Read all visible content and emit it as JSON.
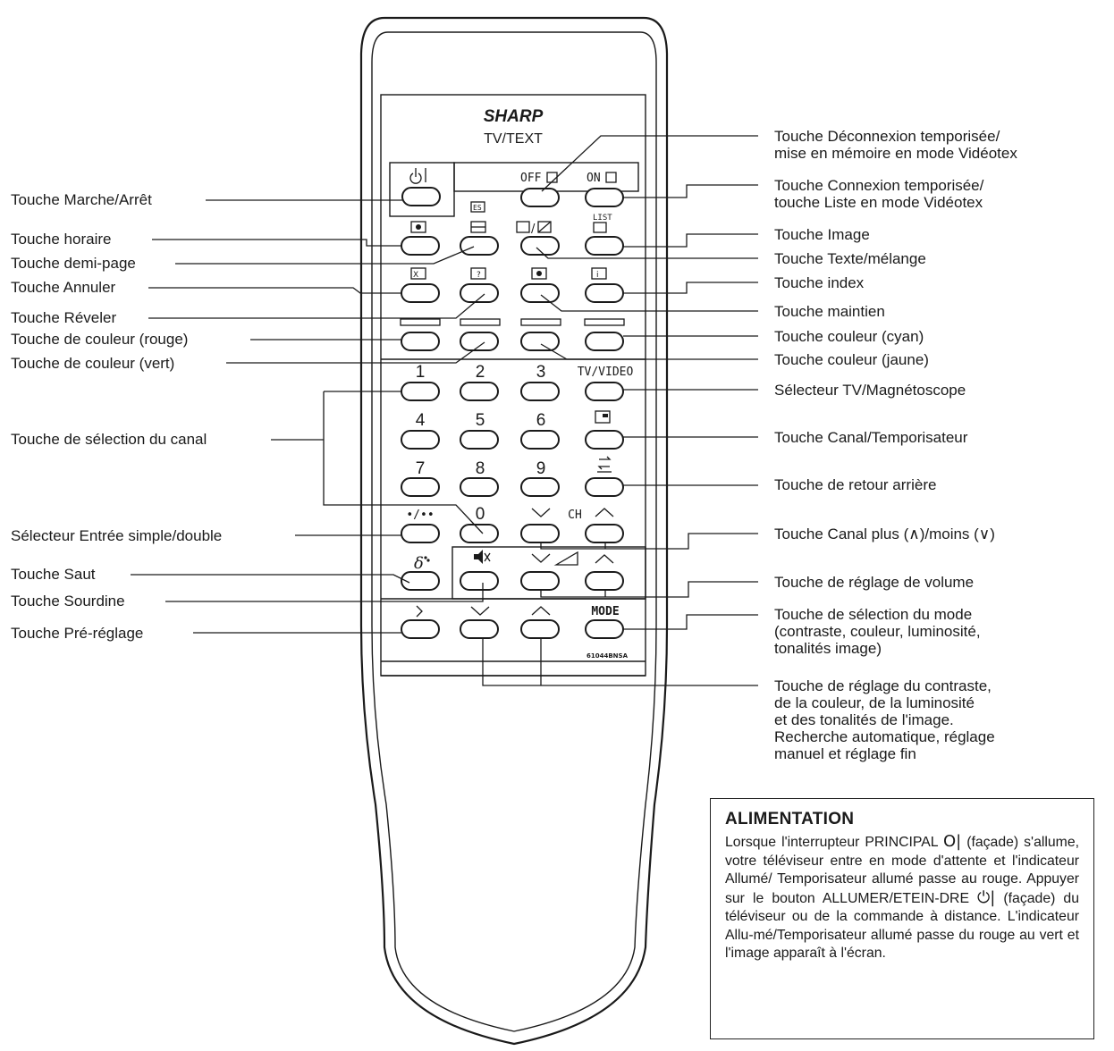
{
  "remote": {
    "brand": "SHARP",
    "model": "TV/TEXT",
    "part_number": "61044BNSA",
    "symbols": {
      "power": "⏻|",
      "off": "OFF",
      "on": "ON",
      "es": "ES",
      "list": "LIST",
      "tv_video": "TV/VIDEO",
      "digits": [
        "1",
        "2",
        "3",
        "4",
        "5",
        "6",
        "7",
        "8",
        "9",
        "0"
      ],
      "single_double": "•/••",
      "ch": "CH",
      "mode": "MODE"
    }
  },
  "labels_left": [
    {
      "id": "marche-arret",
      "text": "Touche Marche/Arrêt"
    },
    {
      "id": "horaire",
      "text": "Touche horaire"
    },
    {
      "id": "demi-page",
      "text": "Touche demi-page"
    },
    {
      "id": "annuler",
      "text": "Touche Annuler"
    },
    {
      "id": "reveler",
      "text": "Touche Réveler"
    },
    {
      "id": "couleur-rouge",
      "text": "Touche de couleur (rouge)"
    },
    {
      "id": "couleur-vert",
      "text": "Touche de couleur (vert)"
    },
    {
      "id": "selection-canal",
      "text": "Touche de sélection du canal"
    },
    {
      "id": "entree-simple-double",
      "text": "Sélecteur Entrée simple/double"
    },
    {
      "id": "saut",
      "text": "Touche Saut"
    },
    {
      "id": "sourdine",
      "text": "Touche Sourdine"
    },
    {
      "id": "pre-reglage",
      "text": "Touche Pré-réglage"
    }
  ],
  "labels_right": [
    {
      "id": "deconnexion",
      "lines": [
        "Touche Déconnexion temporisée/",
        "mise en mémoire en mode Vidéotex"
      ]
    },
    {
      "id": "connexion",
      "lines": [
        "Touche Connexion temporisée/",
        "touche Liste en mode Vidéotex"
      ]
    },
    {
      "id": "image",
      "lines": [
        "Touche Image"
      ]
    },
    {
      "id": "texte-melange",
      "lines": [
        "Touche Texte/mélange"
      ]
    },
    {
      "id": "index",
      "lines": [
        "Touche index"
      ]
    },
    {
      "id": "maintien",
      "lines": [
        "Touche maintien"
      ]
    },
    {
      "id": "couleur-cyan",
      "lines": [
        "Touche couleur (cyan)"
      ]
    },
    {
      "id": "couleur-jaune",
      "lines": [
        "Touche couleur (jaune)"
      ]
    },
    {
      "id": "tv-magnetoscope",
      "lines": [
        "Sélecteur TV/Magnétoscope"
      ]
    },
    {
      "id": "canal-temporisateur",
      "lines": [
        "Touche Canal/Temporisateur"
      ]
    },
    {
      "id": "retour-arriere",
      "lines": [
        "Touche de retour arrière"
      ]
    },
    {
      "id": "canal-plus-moins",
      "lines": [
        "Touche Canal plus (∧)/moins (∨)"
      ]
    },
    {
      "id": "volume",
      "lines": [
        "Touche de réglage de volume"
      ]
    },
    {
      "id": "selection-mode",
      "lines": [
        "Touche de sélection du mode",
        "(contraste, couleur, luminosité,",
        "tonalités image)"
      ]
    },
    {
      "id": "reglage-contraste",
      "lines": [
        "Touche de réglage du contraste,",
        "de la couleur, de la luminosité",
        "et des tonalités de l'image.",
        "Recherche automatique, réglage",
        "manuel et réglage fin"
      ]
    }
  ],
  "alimentation": {
    "title": "ALIMENTATION",
    "text_part1": "Lorsque l'interrupteur PRINCIPAL ",
    "symbol1": "O|",
    "text_part2": " (façade) s'allume, votre téléviseur entre en mode d'attente et l'indicateur Allumé/ Temporisateur allumé passe au rouge. Appuyer sur le bouton ALLUMER/ETEIN-DRE ",
    "symbol2": "⏻|",
    "text_part3": " (façade) du téléviseur ou de la commande à distance. L'indicateur Allu-mé/Temporisateur allumé passe du rouge au vert et l'image apparaît à l'écran."
  }
}
